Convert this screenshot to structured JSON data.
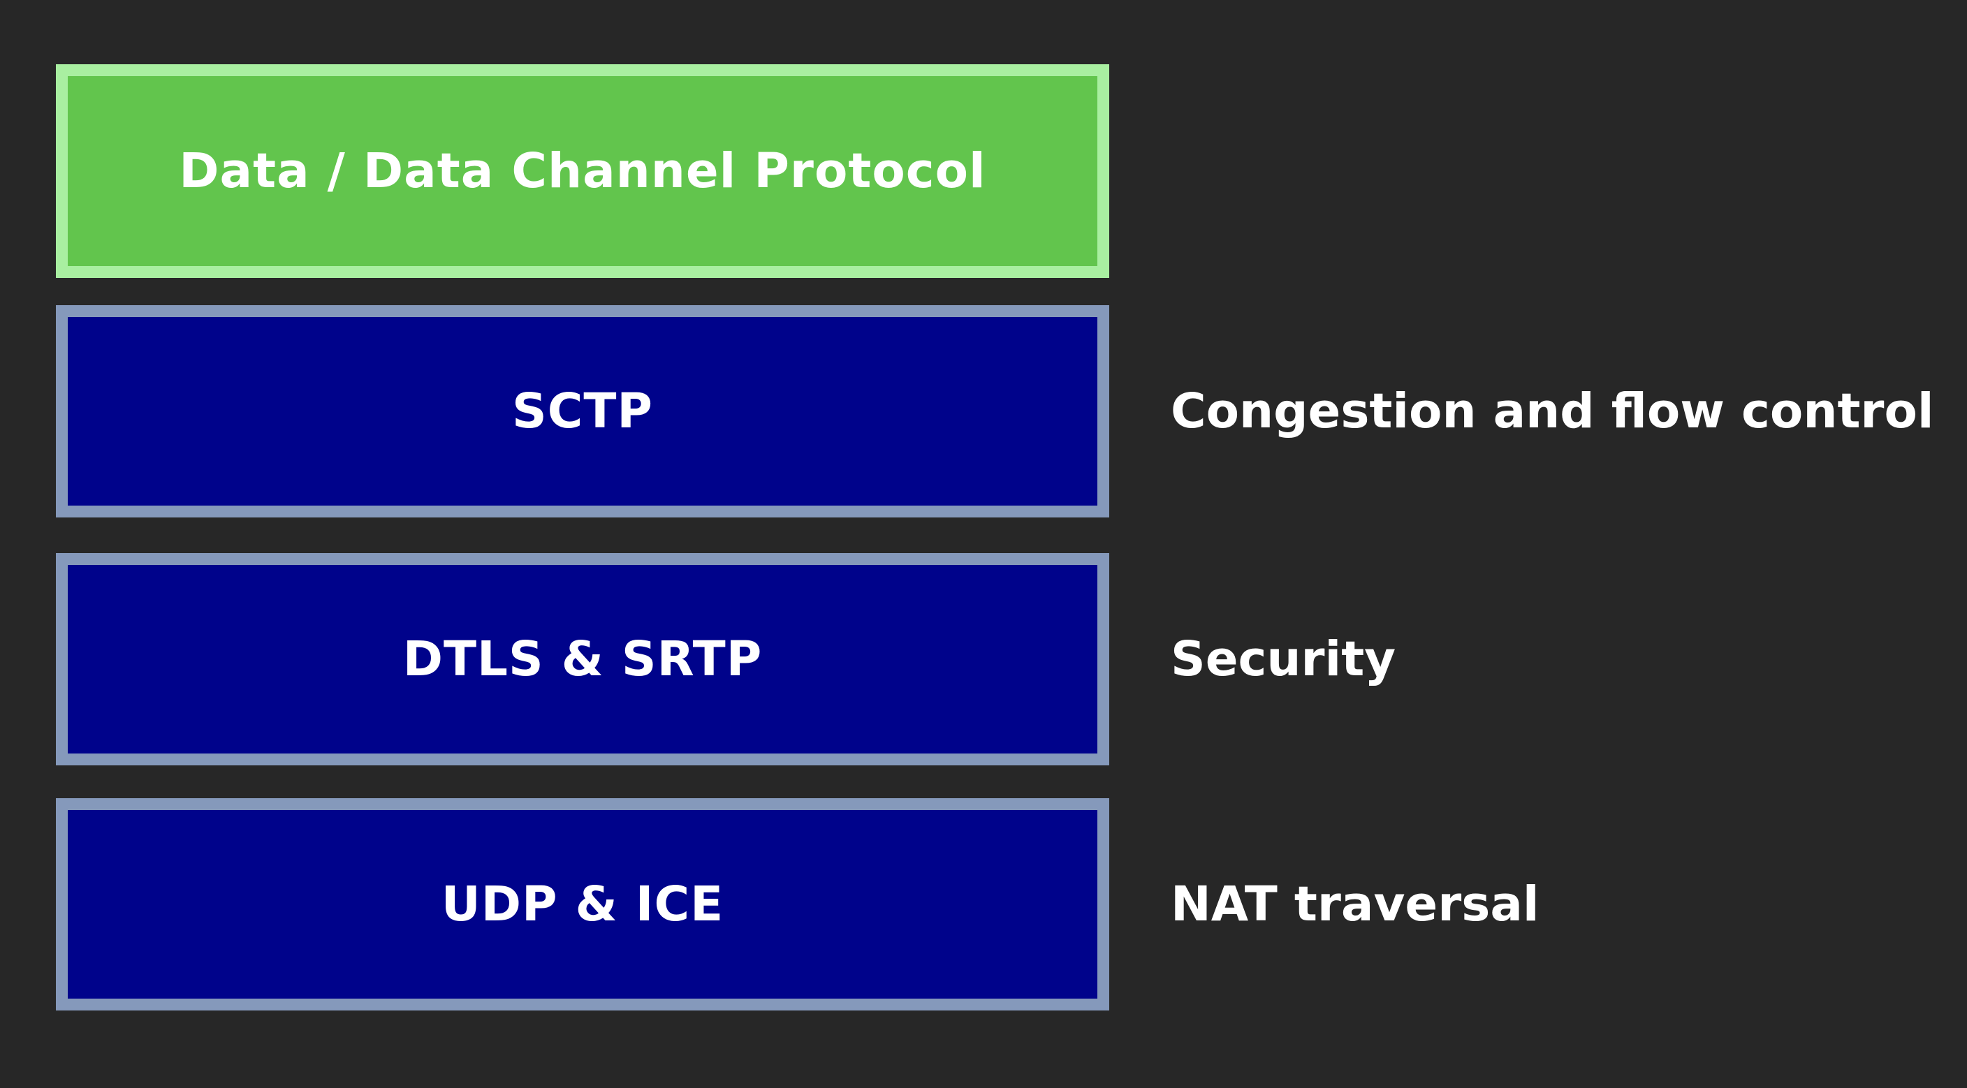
{
  "diagram": {
    "type": "protocol-stack",
    "layers": [
      {
        "label": "Data / Data Channel Protocol",
        "annotation": "",
        "style": "green"
      },
      {
        "label": "SCTP",
        "annotation": "Congestion and flow control",
        "style": "blue"
      },
      {
        "label": "DTLS & SRTP",
        "annotation": "Security",
        "style": "blue"
      },
      {
        "label": "UDP & ICE",
        "annotation": "NAT traversal",
        "style": "blue"
      }
    ]
  },
  "colors": {
    "bg": "#272727",
    "green_fill": "#62c54d",
    "green_border": "#a9efa1",
    "blue_fill": "#00038b",
    "blue_border": "#8599bb",
    "text": "#ffffff"
  }
}
